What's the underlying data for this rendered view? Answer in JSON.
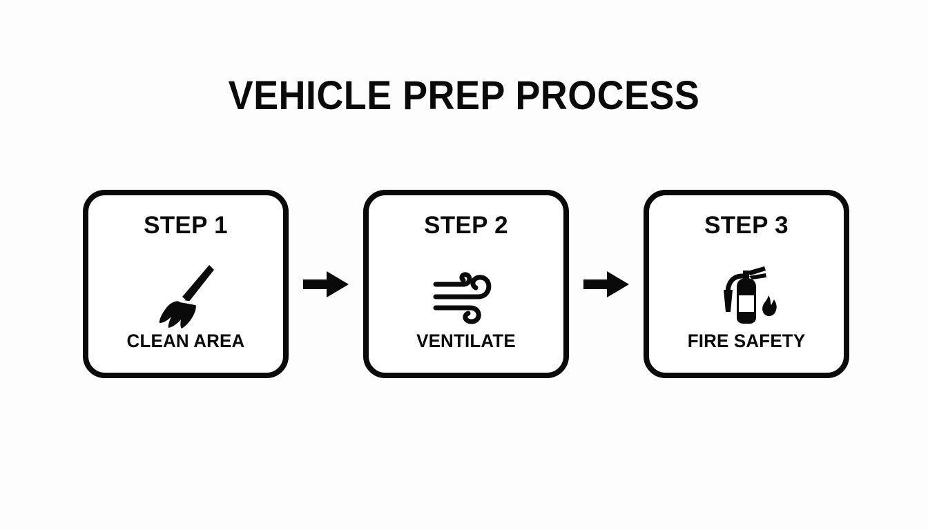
{
  "title": "VEHICLE PREP PROCESS",
  "theme": {
    "background": "#fdfdfd",
    "ink": "#0a0a0a",
    "card_fill": "#ffffff"
  },
  "flow": {
    "steps": [
      {
        "heading": "STEP 1",
        "label": "CLEAN AREA",
        "icon": "broom-icon"
      },
      {
        "heading": "STEP 2",
        "label": "VENTILATE",
        "icon": "wind-icon"
      },
      {
        "heading": "STEP 3",
        "label": "FIRE SAFETY",
        "icon": "fire-extinguisher-icon"
      }
    ],
    "connectors": [
      {
        "icon": "arrow-right-icon"
      },
      {
        "icon": "arrow-right-icon"
      }
    ]
  }
}
